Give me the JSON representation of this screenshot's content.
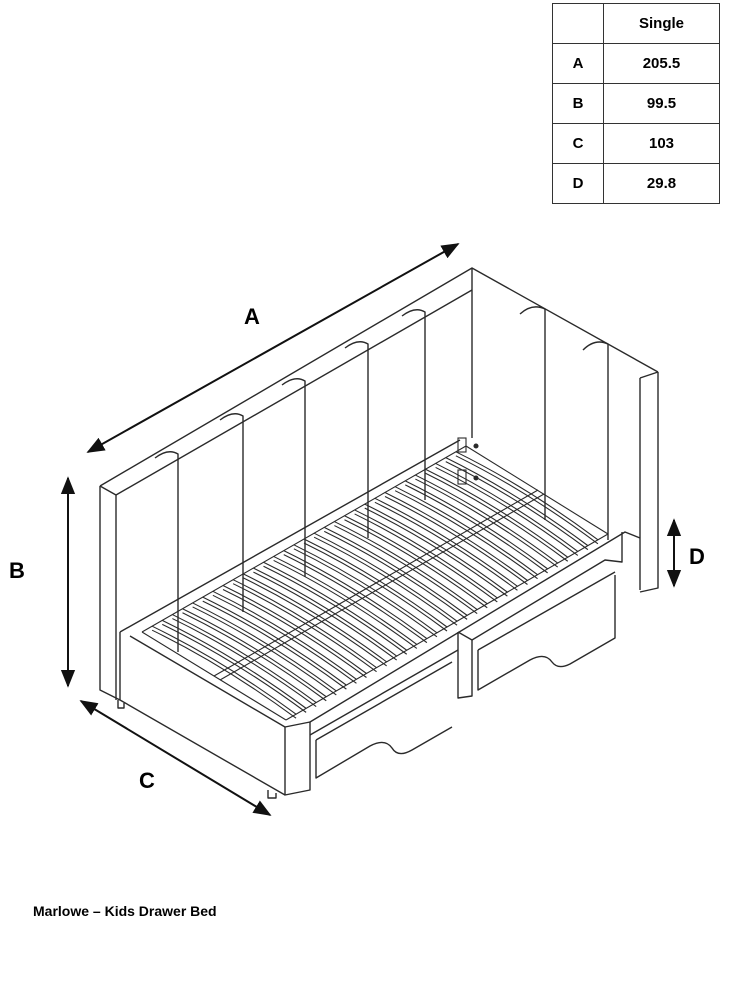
{
  "table": {
    "header": [
      "",
      "Single"
    ],
    "rows": [
      {
        "key": "A",
        "value": "205.5"
      },
      {
        "key": "B",
        "value": "99.5"
      },
      {
        "key": "C",
        "value": "103"
      },
      {
        "key": "D",
        "value": "29.8"
      }
    ]
  },
  "labels": {
    "a": "A",
    "b": "B",
    "c": "C",
    "d": "D"
  },
  "caption": "Marlowe – Kids Drawer Bed"
}
